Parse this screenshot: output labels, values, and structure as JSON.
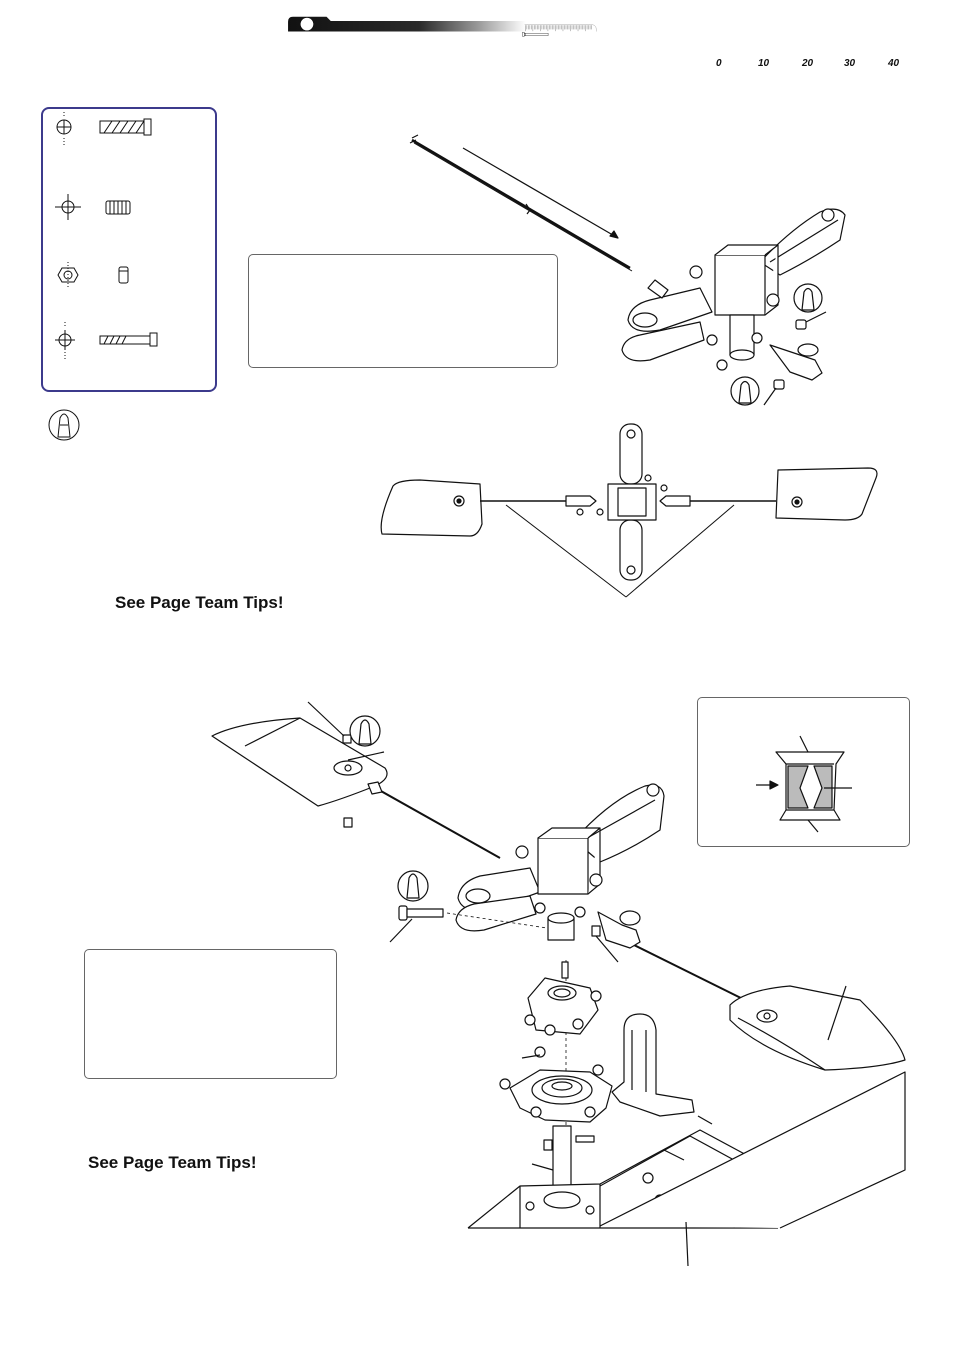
{
  "header": {
    "title": "Rotor,Washout & Swashplate",
    "ruler_labels": [
      "0",
      "10",
      "20",
      "30",
      "40"
    ]
  },
  "tips": {
    "first": "See Page Team Tips!",
    "second": "See Page Team Tips!"
  },
  "colors": {
    "header_dark": "#1a1a1a",
    "parts_border": "#3c3a8c",
    "line": "#111111"
  },
  "icons": [
    "threadlock-icon",
    "phillips-screw-icon",
    "set-screw-icon",
    "nut-icon",
    "bolt-icon"
  ]
}
